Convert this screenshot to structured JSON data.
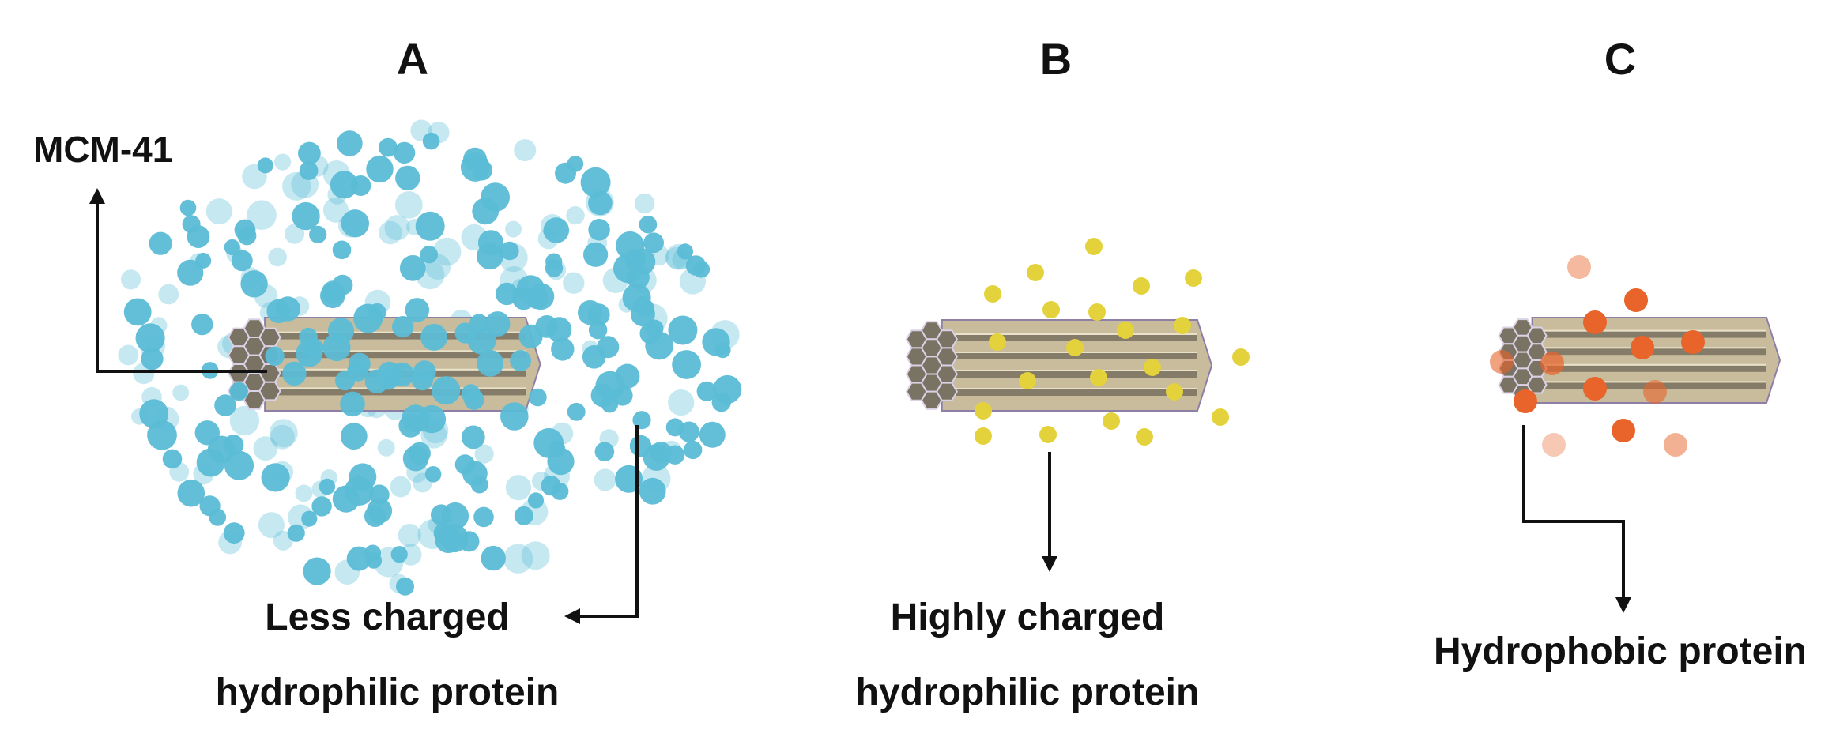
{
  "panels": {
    "a": {
      "letter": "A",
      "material_label": "MCM-41",
      "protein_line1": "Less charged",
      "protein_line2": "hydrophilic protein",
      "protein_color": "#5bbcd6"
    },
    "b": {
      "letter": "B",
      "protein_line1": "Highly charged",
      "protein_line2": "hydrophilic protein",
      "protein_color": "#e3d23c"
    },
    "c": {
      "letter": "C",
      "protein_line1": "Hydrophobic protein",
      "protein_color": "#e8642a"
    }
  },
  "colors": {
    "tube_body": "#c9bc9d",
    "tube_dark": "#6d6558",
    "tube_edge": "#8d7fa6",
    "arrow": "#111111"
  }
}
